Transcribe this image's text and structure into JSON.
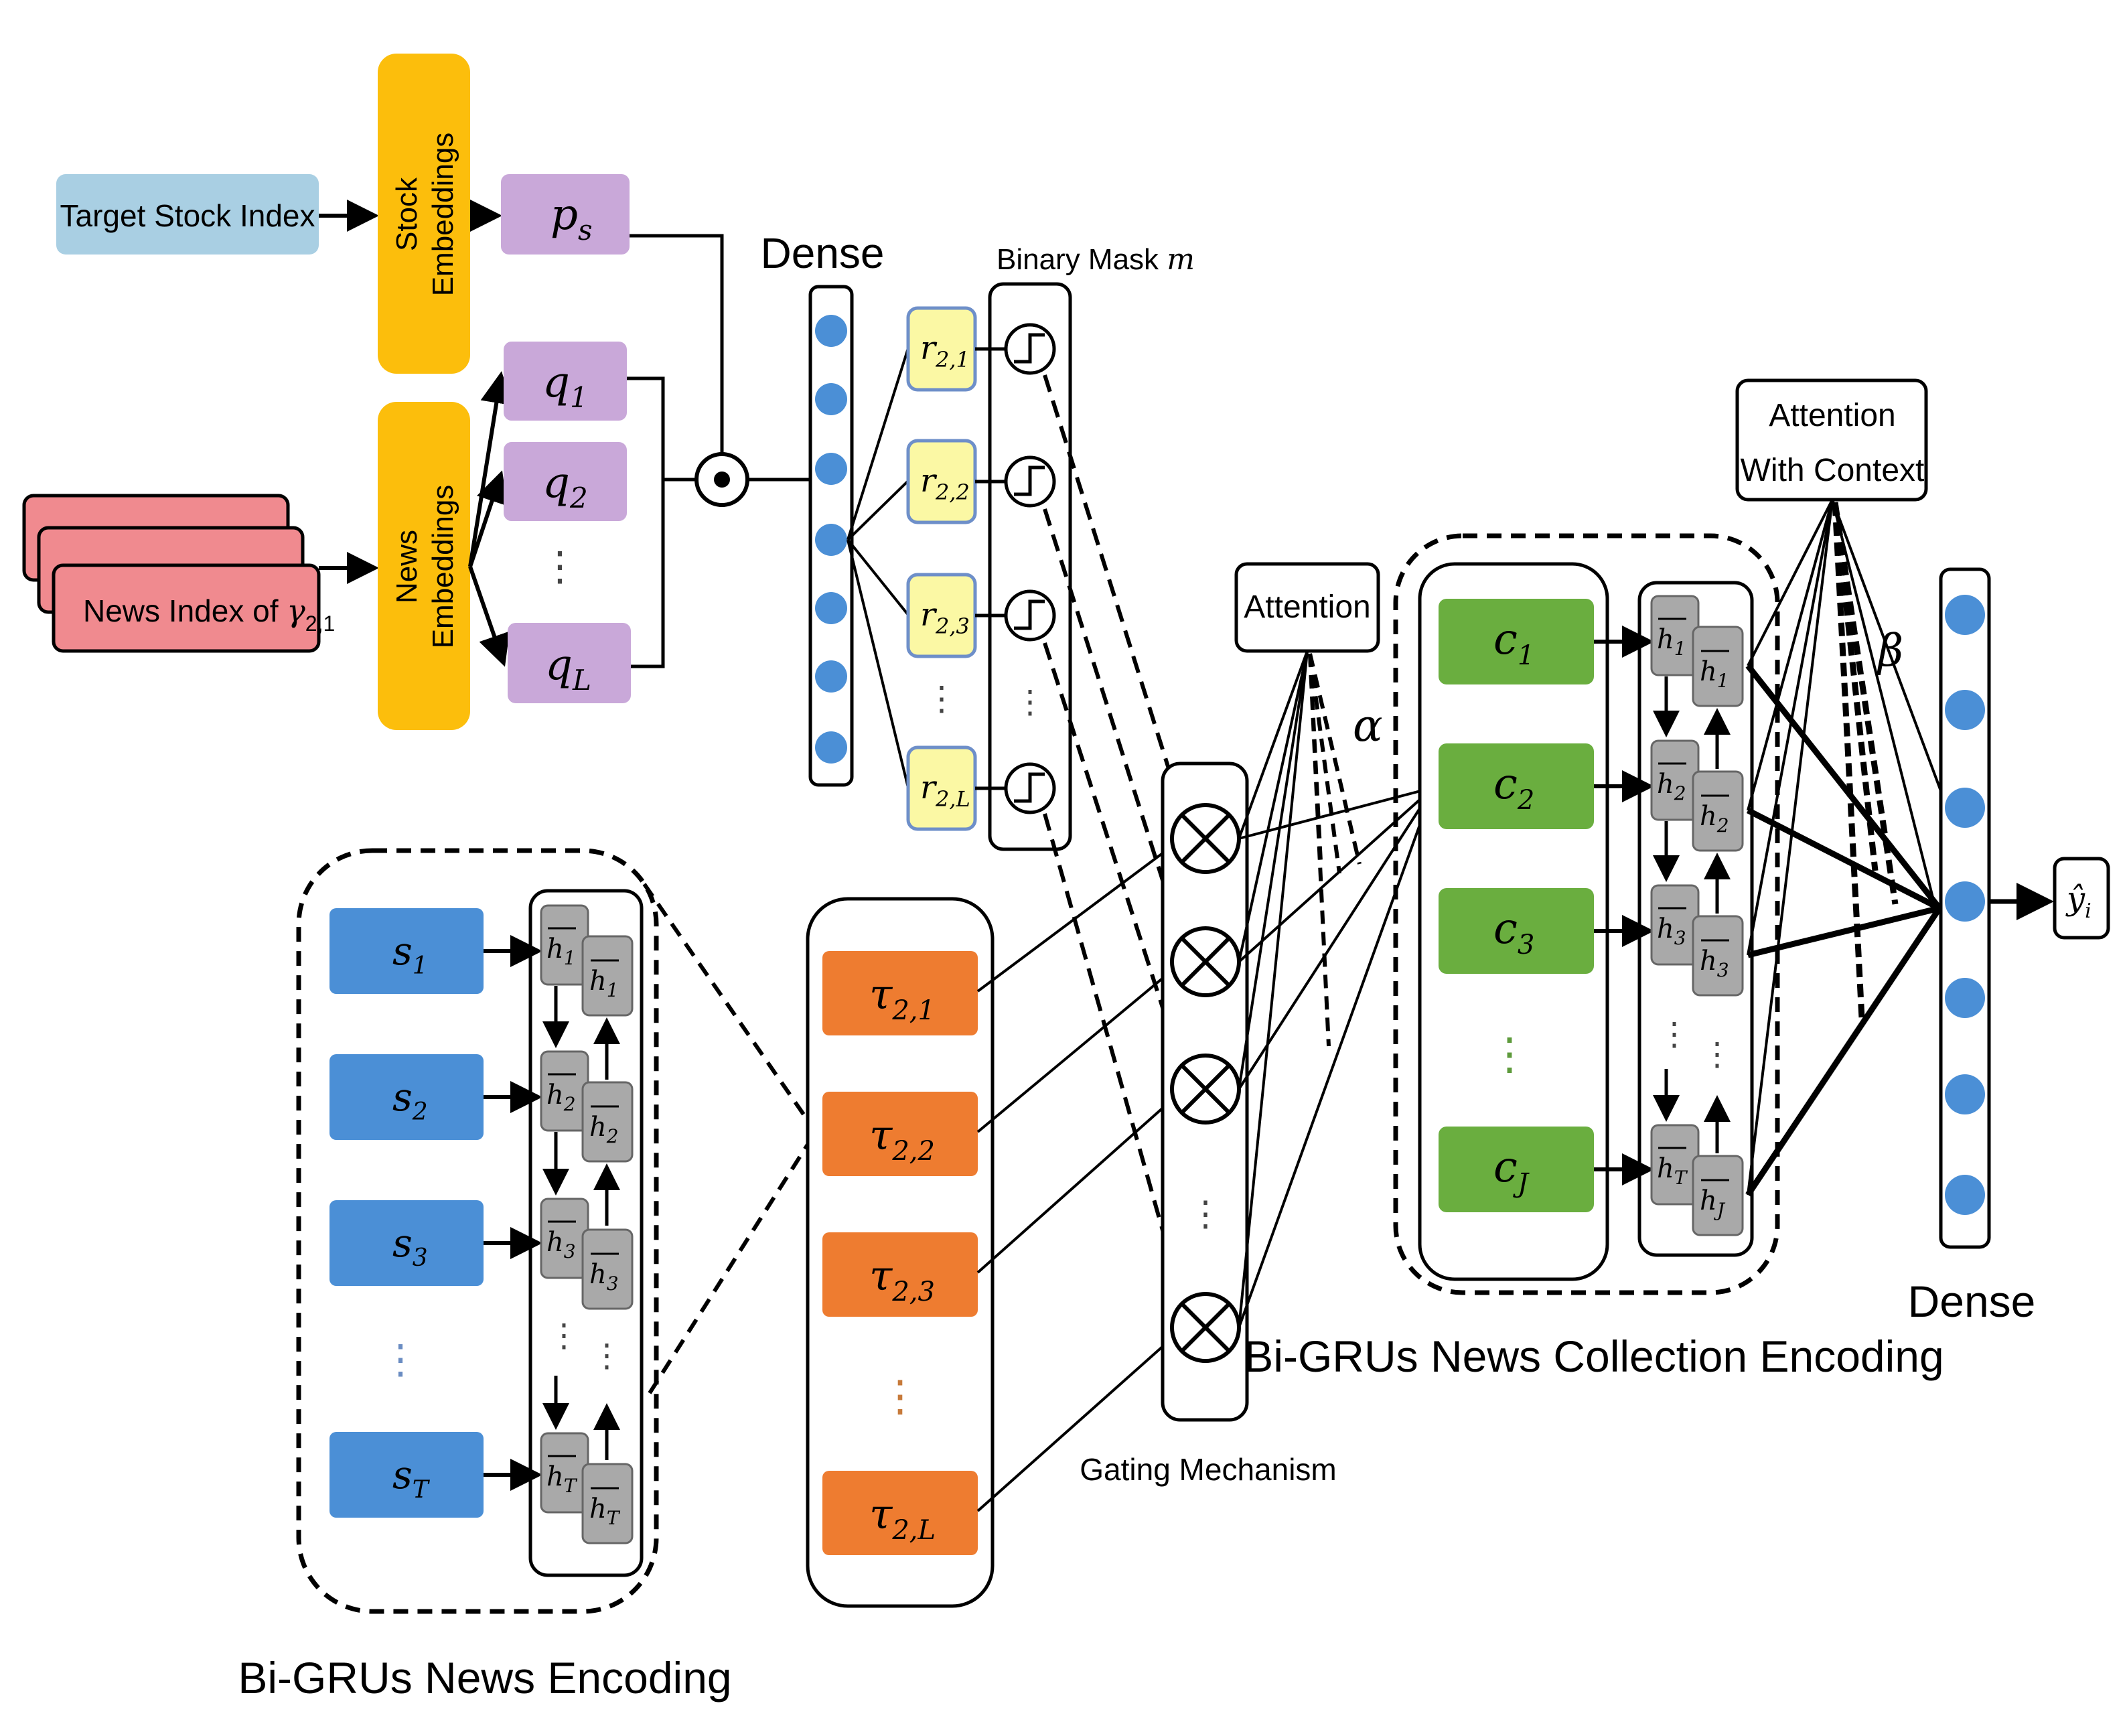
{
  "inputs": {
    "target_stock": "Target Stock Index",
    "news_index": "News Index of ",
    "news_index_var": "γ",
    "news_index_sub": "2,1"
  },
  "embeddings": {
    "stock": [
      "Stock",
      "Embeddings"
    ],
    "news": [
      "News",
      "Embeddings"
    ]
  },
  "vectors": {
    "ps": {
      "main": "p",
      "sub": "s"
    },
    "q": [
      {
        "main": "q",
        "sub": "1"
      },
      {
        "main": "q",
        "sub": "2"
      },
      {
        "main": "q",
        "sub": "L"
      }
    ]
  },
  "labels": {
    "dense_top": "Dense",
    "binary_mask": "Binary Mask ",
    "binary_mask_var": "m",
    "attention": "Attention",
    "attention_context_line1": "Attention",
    "attention_context_line2": "With Context",
    "alpha": "α",
    "beta": "β",
    "gating": "Gating Mechanism",
    "news_encoding": "Bi-GRUs News Encoding",
    "collection_encoding": "Bi-GRUs News Collection Encoding",
    "dense_right": "Dense",
    "output": "ŷ",
    "output_sub": "i",
    "dots": "⋮",
    "hdots": "......"
  },
  "r_nodes": [
    {
      "main": "r",
      "sub": "2,1"
    },
    {
      "main": "r",
      "sub": "2,2"
    },
    {
      "main": "r",
      "sub": "2,3"
    },
    {
      "main": "r",
      "sub": "2,L"
    }
  ],
  "tau_nodes": [
    {
      "main": "τ",
      "sub": "2,1"
    },
    {
      "main": "τ",
      "sub": "2,2"
    },
    {
      "main": "τ",
      "sub": "2,3"
    },
    {
      "main": "τ",
      "sub": "2,L"
    }
  ],
  "s_nodes": [
    {
      "main": "s",
      "sub": "1"
    },
    {
      "main": "s",
      "sub": "2"
    },
    {
      "main": "s",
      "sub": "3"
    },
    {
      "main": "s",
      "sub": "T"
    }
  ],
  "s_hidden": [
    {
      "sub": "1"
    },
    {
      "sub": "2"
    },
    {
      "sub": "3"
    },
    {
      "sub": "T"
    }
  ],
  "c_nodes": [
    {
      "main": "c",
      "sub": "1"
    },
    {
      "main": "c",
      "sub": "2"
    },
    {
      "main": "c",
      "sub": "3"
    },
    {
      "main": "c",
      "sub": "J"
    }
  ],
  "c_hidden": [
    {
      "fsub": "1",
      "bsub": "1"
    },
    {
      "fsub": "2",
      "bsub": "2"
    },
    {
      "fsub": "3",
      "bsub": "3"
    },
    {
      "fsub": "T",
      "bsub": "J"
    }
  ],
  "colors": {
    "target_stock": "#a9cfe3",
    "news_index": "#f08a8f",
    "embedding": "#fcbe0c",
    "vector": "#c9a8d9",
    "r_node": "#fbf8a4",
    "tau_node": "#ee7c30",
    "s_node": "#4b8fd6",
    "c_node": "#6aae3f",
    "hidden": "#a9a9a9",
    "neuron": "#4b8fd6"
  }
}
